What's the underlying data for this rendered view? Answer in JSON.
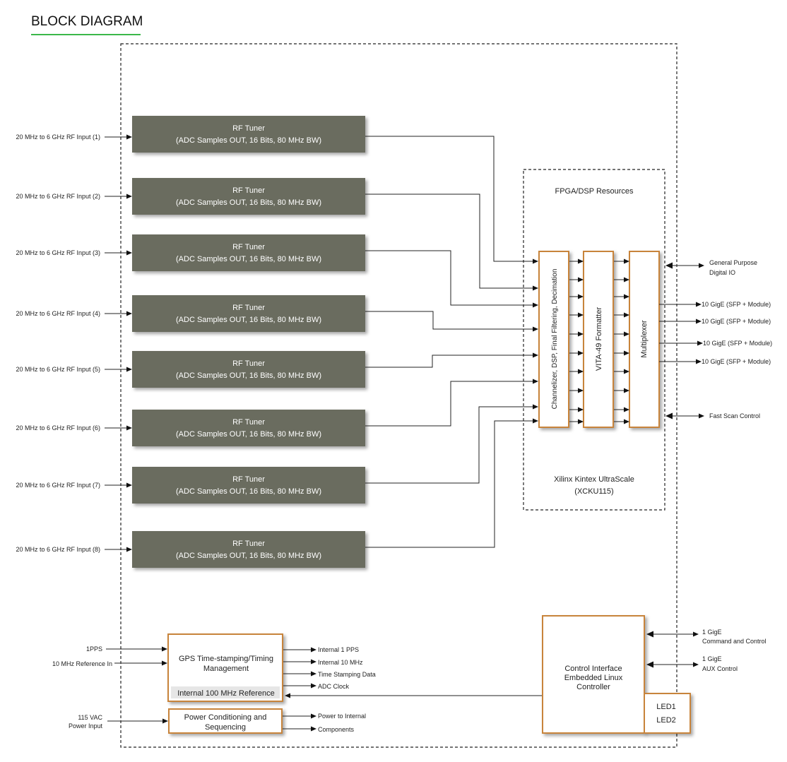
{
  "heading": "BLOCK DIAGRAM",
  "colors": {
    "heading_underline": "#3cb84a",
    "tuner_fill": "#6b6c5f",
    "block_border": "#c8843a"
  },
  "rf_inputs": [
    "20 MHz to 6 GHz RF Input (1)",
    "20 MHz to 6 GHz RF Input (2)",
    "20 MHz to 6 GHz RF Input (3)",
    "20 MHz to 6 GHz RF Input (4)",
    "20 MHz to 6 GHz RF Input (5)",
    "20 MHz to 6 GHz RF Input (6)",
    "20 MHz to 6 GHz RF Input (7)",
    "20 MHz to 6 GHz RF Input (8)"
  ],
  "tuner": {
    "title": "RF Tuner",
    "subtitle": "(ADC Samples OUT, 16 Bits, 80 MHz BW)"
  },
  "fpga": {
    "title": "FPGA/DSP Resources",
    "chip_line1": "Xilinx Kintex UltraScale",
    "chip_line2": "(XCKU115)",
    "channelizer": "Channelizer, DSP, Final Filtering, Decimation",
    "formatter": "VITA-49 Formatter",
    "multiplexer": "Multiplexer"
  },
  "outputs": {
    "gpio_line1": "General Purpose",
    "gpio_line2": "Digital IO",
    "gige": [
      "10 GigE (SFP + Module)",
      "10 GigE (SFP + Module)",
      "10 GigE (SFP + Module)",
      "10 GigE (SFP + Module)"
    ],
    "fast_scan": "Fast Scan Control"
  },
  "gps": {
    "title_line1": "GPS Time-stamping/Timing",
    "title_line2": "Management",
    "ref": "Internal 100 MHz Reference",
    "inputs": [
      "1PPS",
      "10 MHz Reference In"
    ],
    "outputs": [
      "Internal 1 PPS",
      "Internal 10 MHz",
      "Time Stamping Data",
      "ADC Clock"
    ]
  },
  "power": {
    "title_line1": "Power Conditioning and",
    "title_line2": "Sequencing",
    "input_line1": "115 VAC",
    "input_line2": "Power Input",
    "outputs": [
      "Power to Internal",
      "Components"
    ]
  },
  "control": {
    "line1": "Control Interface",
    "line2": "Embedded Linux",
    "line3": "Controller",
    "led1": "LED1",
    "led2": "LED2",
    "gige1_line1": "1 GigE",
    "gige1_line2": "Command and Control",
    "gige2_line1": "1 GigE",
    "gige2_line2": "AUX Control"
  }
}
